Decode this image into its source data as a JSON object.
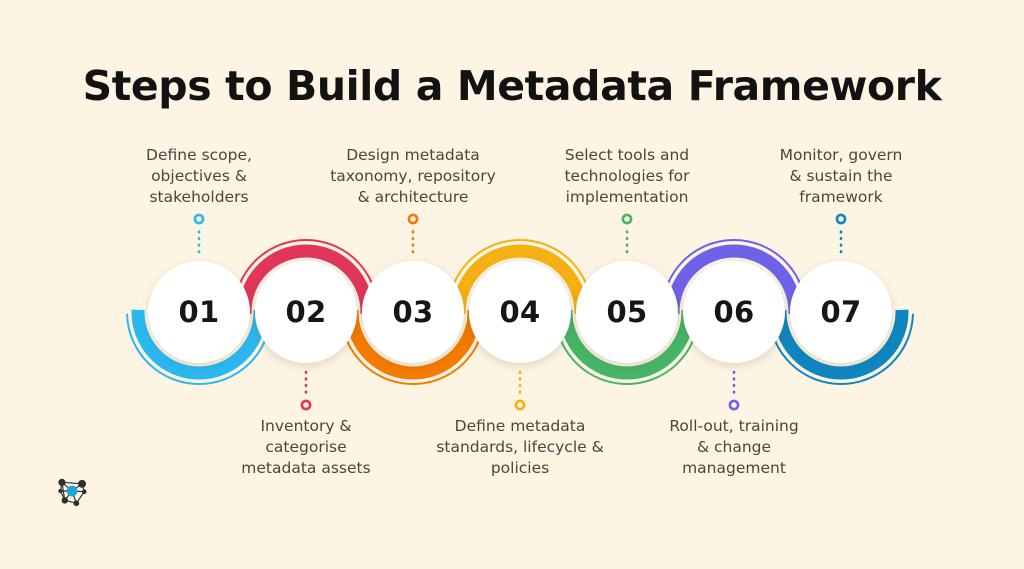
{
  "background_color": "#FDF4E3",
  "title": "Steps to Build a Metadata Framework",
  "logo": {
    "name": "network-nodes-logo",
    "accent_color": "#1BA8D8",
    "node_color": "#2E2E33"
  },
  "steps": [
    {
      "number": "01",
      "label": "Define scope,\nobjectives &\nstakeholders",
      "color": "#2BB8EF",
      "arc_position": "bottom",
      "label_position": "above"
    },
    {
      "number": "02",
      "label": "Inventory &\ncategorise\nmetadata assets",
      "color": "#E0365C",
      "arc_position": "top",
      "label_position": "below"
    },
    {
      "number": "03",
      "label": "Design metadata\ntaxonomy, repository\n& architecture",
      "color": "#F47B00",
      "arc_position": "bottom",
      "label_position": "above"
    },
    {
      "number": "04",
      "label": "Define metadata\nstandards, lifecycle &\npolicies",
      "color": "#F5B013",
      "arc_position": "top",
      "label_position": "below"
    },
    {
      "number": "05",
      "label": "Select tools and\ntechnologies for\nimplementation",
      "color": "#45B567",
      "arc_position": "bottom",
      "label_position": "above"
    },
    {
      "number": "06",
      "label": "Roll-out, training\n& change\nmanagement",
      "color": "#6C63E8",
      "arc_position": "top",
      "label_position": "below"
    },
    {
      "number": "07",
      "label": "Monitor, govern\n& sustain the\nframework",
      "color": "#0E87C0",
      "arc_position": "bottom",
      "label_position": "above"
    }
  ]
}
